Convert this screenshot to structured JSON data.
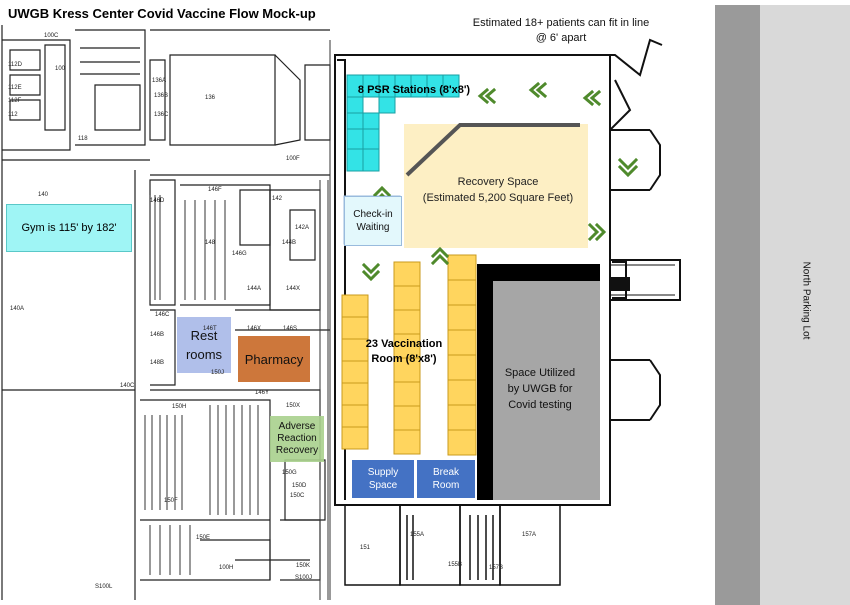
{
  "title": "UWGB Kress Center Covid Vaccine Flow Mock-up",
  "capacity_note": "Estimated 18+ patients can fit in line @ 6' apart",
  "gym_label": "Gym is 115' by 182'",
  "psr_label": "8 PSR Stations (8'x8')",
  "checkin_label": "Check-in\nWaiting",
  "recovery_label": "Recovery Space\n(Estimated 5,200 Square Feet)",
  "vaccination_label": "23 Vaccination\nRoom (8'x8')",
  "uwgb_space_label": "Space Utilized\nby UWGB for\nCovid testing",
  "supply_label": "Supply\nSpace",
  "break_label": "Break\nRoom",
  "restrooms_label": "Rest\nrooms",
  "pharmacy_label": "Pharmacy",
  "adverse_label": "Adverse\nReaction\nRecovery",
  "parking_label": "North Parking Lot",
  "room_numbers": [
    "112D",
    "112E",
    "112F",
    "112",
    "100C",
    "100",
    "118",
    "136A",
    "136B",
    "136C",
    "136",
    "140",
    "100F",
    "146F",
    "142",
    "142A",
    "144B",
    "148",
    "146D",
    "146G",
    "140A",
    "144A",
    "144X",
    "146X",
    "146S",
    "146C",
    "146B",
    "146T",
    "146Y",
    "148B",
    "140C",
    "150J",
    "150H",
    "150X",
    "150F",
    "150D",
    "150E",
    "150G",
    "150C",
    "100H",
    "150K",
    "S100L",
    "S100J",
    "155A",
    "155B",
    "157B",
    "157A",
    "151"
  ],
  "colors": {
    "gym_fill": "#9ff5f5",
    "psr_fill": "#33e3e6",
    "checkin_fill": "#e3f8fc",
    "recovery_fill": "#fdefc4",
    "vaccination_fill": "#ffd55e",
    "uwgb_fill": "#a6a6a6",
    "supply_fill": "#4472c4",
    "restroom_fill": "#a7b8e8",
    "pharmacy_fill": "#c96b2a",
    "adverse_fill": "#a8d08d",
    "arrow_color": "#4f8a2c",
    "parking_outer": "#9a9a9a",
    "parking_inner": "#d9d9d9"
  }
}
